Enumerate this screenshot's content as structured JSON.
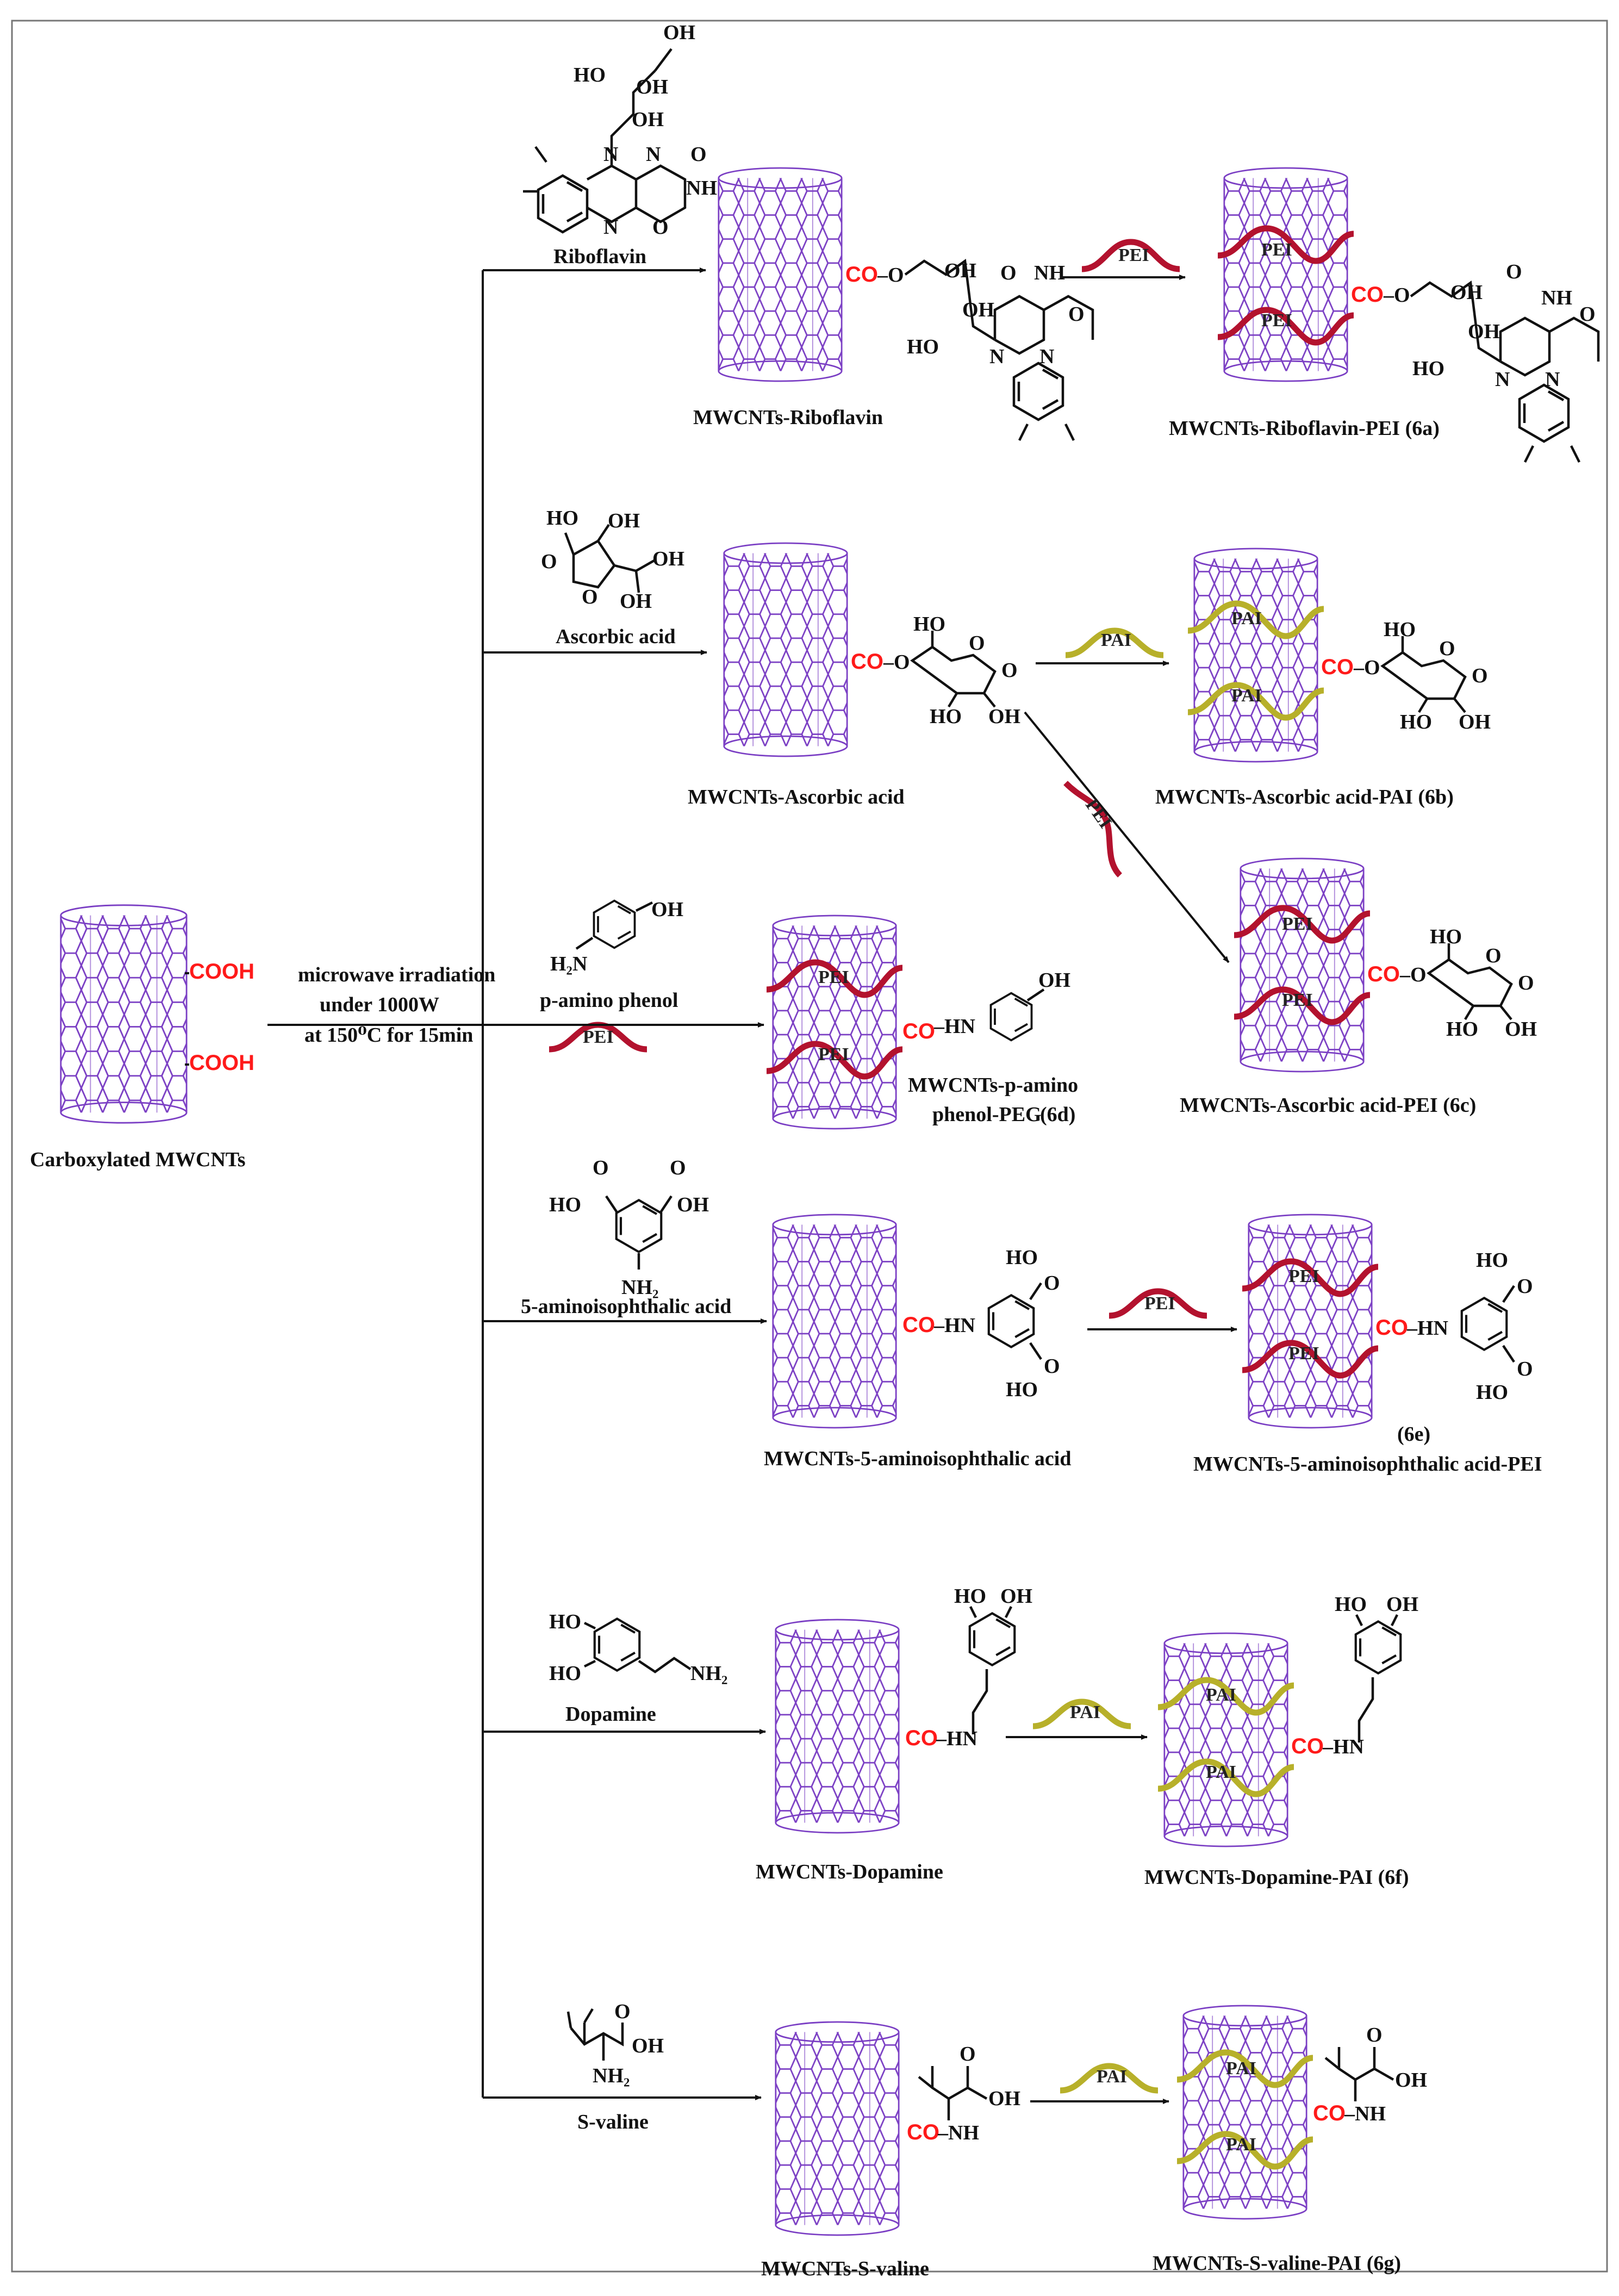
{
  "colors": {
    "tube": "#7b3fc4",
    "pei": "#b3122e",
    "pai": "#b7b02a",
    "cooh": "#ff1a1a",
    "text": "#111111"
  },
  "start": {
    "label": "Carboxylated MWCNTs",
    "cooh": "COOH"
  },
  "conditions": [
    "microwave irradiation",
    "under 1000W",
    "at 150⁰C for 15min"
  ],
  "polymers": {
    "pei": "PEI",
    "pai": "PAI"
  },
  "linkers": {
    "co": "CO",
    "ester": "–O",
    "amide": "–HN",
    "amide_nh": "–NH"
  },
  "frag": {
    "oh": "OH",
    "ho": "HO",
    "o": "O",
    "n": "N",
    "nh": "NH",
    "h2n": "H₂N",
    "nh2": "NH₂"
  },
  "branches": [
    {
      "id": "riboflavin",
      "reagent": "Riboflavin",
      "intermediate": "MWCNTs-Riboflavin",
      "product": "MWCNTs-Riboflavin-PEI  (6a)",
      "polymer": "PEI"
    },
    {
      "id": "ascorbic",
      "reagent": "Ascorbic acid",
      "intermediate": "MWCNTs-Ascorbic acid",
      "product": "MWCNTs-Ascorbic acid-PAI  (6b)",
      "product2": "MWCNTs-Ascorbic acid-PEI   (6c)",
      "polymer": "PAI",
      "polymer2": "PEI"
    },
    {
      "id": "aminophenol",
      "reagent": "p-amino phenol",
      "product_line1": "MWCNTs-p-amino",
      "product_line2": "phenol-PEG",
      "product_tag": "(6d)",
      "polymer": "PEI"
    },
    {
      "id": "aminoisophthalic",
      "reagent": "5-aminoisophthalic acid",
      "intermediate": "MWCNTs-5-aminoisophthalic  acid",
      "product_tag": "(6e)",
      "product": "MWCNTs-5-aminoisophthalic acid-PEI",
      "polymer": "PEI"
    },
    {
      "id": "dopamine",
      "reagent": "Dopamine",
      "intermediate": "MWCNTs-Dopamine",
      "product": "MWCNTs-Dopamine-PAI  (6f)",
      "polymer": "PAI"
    },
    {
      "id": "valine",
      "reagent": "S-valine",
      "intermediate": "MWCNTs-S-valine",
      "product": "MWCNTs-S-valine-PAI  (6g)",
      "polymer": "PAI"
    }
  ]
}
